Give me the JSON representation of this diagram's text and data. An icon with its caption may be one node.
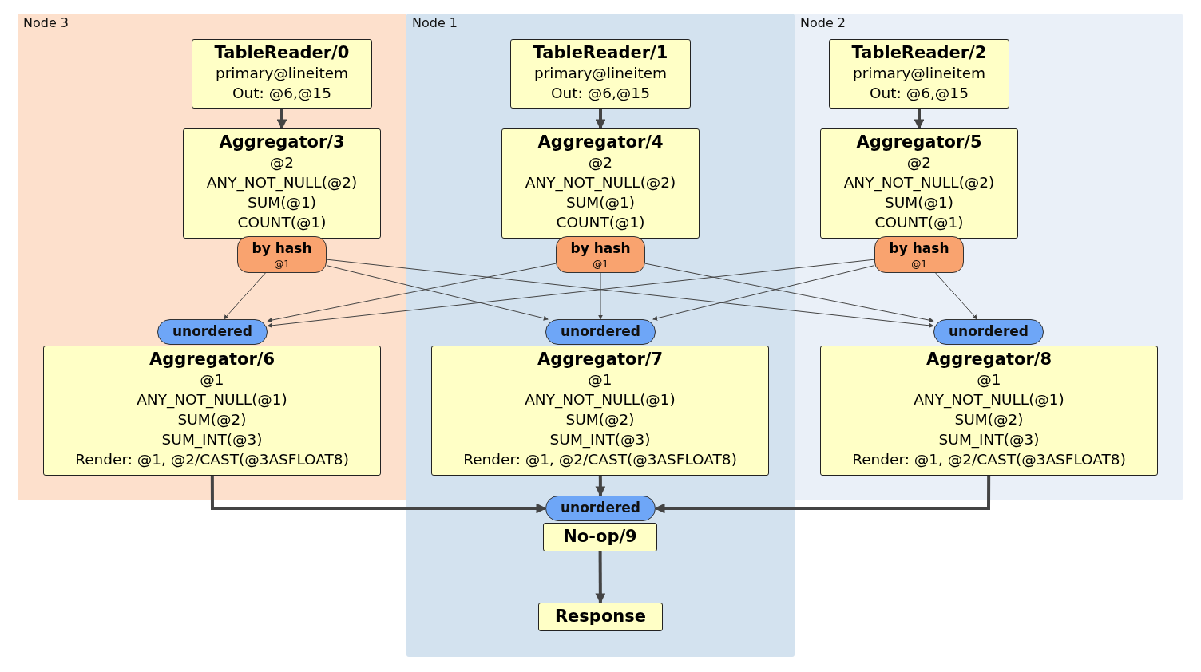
{
  "diagram": {
    "nodes": [
      {
        "text": [
          "Node 3"
        ]
      },
      {
        "text": [
          "TableReader/0",
          "primary@lineitem",
          "Out: @6,@15"
        ],
        "in": 0
      },
      {
        "text": [
          "Aggregator/3",
          "@2",
          "ANY_NOT_NULL(@2)",
          "SUM(@1)",
          "COUNT(@1)"
        ],
        "in": 0
      },
      {
        "text": [
          "by hash",
          "@1"
        ],
        "in": 0
      },
      {
        "text": [
          "unordered"
        ],
        "in": 0
      },
      {
        "text": [
          "Aggregator/6",
          "@1",
          "ANY_NOT_NULL(@1)",
          "SUM(@2)",
          "SUM_INT(@3)",
          "Render: @1, @2/CAST(@3ASFLOAT8)"
        ],
        "in": 0
      },
      {
        "text": [
          "Node 1"
        ]
      },
      {
        "text": [
          "TableReader/1",
          "primary@lineitem",
          "Out: @6,@15"
        ],
        "in": 6
      },
      {
        "text": [
          "Aggregator/4",
          "@2",
          "ANY_NOT_NULL(@2)",
          "SUM(@1)",
          "COUNT(@1)"
        ],
        "in": 6
      },
      {
        "text": [
          "by hash",
          "@1"
        ],
        "in": 6
      },
      {
        "text": [
          "unordered"
        ],
        "in": 6
      },
      {
        "text": [
          "Aggregator/7",
          "@1",
          "ANY_NOT_NULL(@1)",
          "SUM(@2)",
          "SUM_INT(@3)",
          "Render: @1, @2/CAST(@3ASFLOAT8)"
        ],
        "in": 6
      },
      {
        "text": [
          "unordered"
        ],
        "in": 6
      },
      {
        "text": [
          "No-op/9"
        ],
        "in": 6
      },
      {
        "text": [
          "Response"
        ],
        "in": 6
      },
      {
        "text": [
          "Node 2"
        ]
      },
      {
        "text": [
          "TableReader/2",
          "primary@lineitem",
          "Out: @6,@15"
        ],
        "in": 15
      },
      {
        "text": [
          "Aggregator/5",
          "@2",
          "ANY_NOT_NULL(@2)",
          "SUM(@1)",
          "COUNT(@1)"
        ],
        "in": 15
      },
      {
        "text": [
          "by hash",
          "@1"
        ],
        "in": 15
      },
      {
        "text": [
          "unordered"
        ],
        "in": 15
      },
      {
        "text": [
          "Aggregator/8",
          "@1",
          "ANY_NOT_NULL(@1)",
          "SUM(@2)",
          "SUM_INT(@3)",
          "Render: @1, @2/CAST(@3ASFLOAT8)"
        ],
        "in": 15
      }
    ],
    "edges": [
      {
        "from": 1,
        "to": 2,
        "arrow": "to",
        "style": "thick"
      },
      {
        "from": 7,
        "to": 8,
        "arrow": "to",
        "style": "thick"
      },
      {
        "from": 16,
        "to": 17,
        "arrow": "to",
        "style": "thick"
      },
      {
        "from": 3,
        "to": 4,
        "arrow": "to"
      },
      {
        "from": 3,
        "to": 10,
        "arrow": "to"
      },
      {
        "from": 3,
        "to": 19,
        "arrow": "to"
      },
      {
        "from": 9,
        "to": 4,
        "arrow": "to"
      },
      {
        "from": 9,
        "to": 10,
        "arrow": "to"
      },
      {
        "from": 9,
        "to": 19,
        "arrow": "to"
      },
      {
        "from": 18,
        "to": 4,
        "arrow": "to"
      },
      {
        "from": 18,
        "to": 10,
        "arrow": "to"
      },
      {
        "from": 18,
        "to": 19,
        "arrow": "to"
      },
      {
        "from": 5,
        "to": 12,
        "arrow": "to",
        "style": "thick"
      },
      {
        "from": 11,
        "to": 12,
        "arrow": "to",
        "style": "thick"
      },
      {
        "from": 20,
        "to": 12,
        "arrow": "to",
        "style": "thick"
      },
      {
        "from": 13,
        "to": 14,
        "arrow": "to",
        "style": "thick"
      }
    ]
  }
}
